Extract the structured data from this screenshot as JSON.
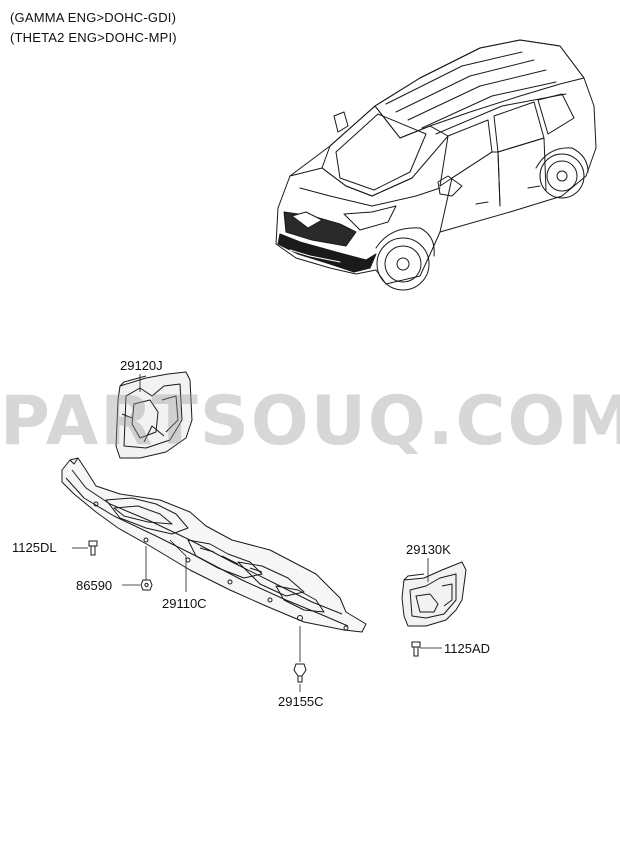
{
  "header": {
    "line1": "(GAMMA ENG>DOHC-GDI)",
    "line2": "(THETA2 ENG>DOHC-MPI)"
  },
  "watermark": "PARTSOUQ.COM",
  "parts": {
    "p29120j": "29120J",
    "p1125dl": "1125DL",
    "p86590": "86590",
    "p29110c": "29110C",
    "p29130k": "29130K",
    "p1125ad": "1125AD",
    "p29155c": "29155C"
  },
  "colors": {
    "line": "#1a1a1a",
    "highlight": "#111111",
    "watermark": "#969696"
  }
}
